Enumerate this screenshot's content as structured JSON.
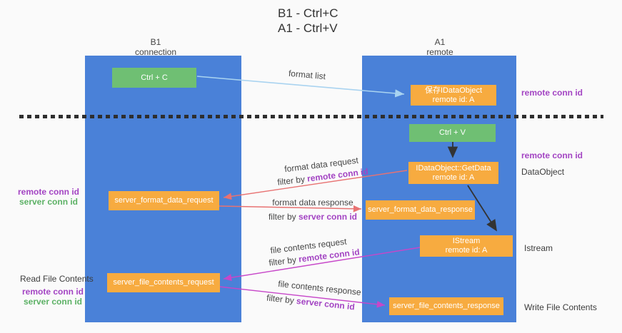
{
  "title": {
    "line1": "B1 - Ctrl+C",
    "line2": "A1 - Ctrl+V"
  },
  "columns": {
    "left": {
      "name": "B1",
      "subtitle": "connection"
    },
    "right": {
      "name": "A1",
      "subtitle": "remote"
    }
  },
  "nodes": {
    "ctrl_c": {
      "label": "Ctrl + C"
    },
    "save_idataobject": {
      "line1": "保存IDataObject",
      "line2": "remote id: A"
    },
    "ctrl_v": {
      "label": "Ctrl + V"
    },
    "getdata": {
      "line1": "IDataObject::GetData",
      "line2": "remote id: A"
    },
    "server_format_data_request": {
      "label": "server_format_data_request"
    },
    "server_format_data_response": {
      "label": "server_format_data_response"
    },
    "istream": {
      "line1": "IStream",
      "line2": "remote id: A"
    },
    "server_file_contents_request": {
      "label": "server_file_contents_request"
    },
    "server_file_contents_response": {
      "label": "server_file_contents_response"
    }
  },
  "edge_labels": {
    "format_list": "format list",
    "format_data_request": "format data request",
    "format_data_response": "format data response",
    "file_contents_request": "file contents request",
    "file_contents_response": "file contents response",
    "filter_by": "filter by ",
    "remote_conn_id": "remote conn id",
    "server_conn_id": "server conn id"
  },
  "side_labels": {
    "right_remote_conn_id_top": "remote conn id",
    "right_remote_conn_id_mid": "remote conn id",
    "dataobject": "DataObject",
    "istream": "Istream",
    "write_file_contents": "Write File Contents",
    "left_remote_conn_id_mid": "remote conn id",
    "left_server_conn_id_mid": "server conn id",
    "read_file_contents": "Read File Contents",
    "left_remote_conn_id_bottom": "remote conn id",
    "left_server_conn_id_bottom": "server conn id"
  },
  "colors": {
    "lifeline_blue": "#4a81d8",
    "node_green": "#6fbf73",
    "node_orange": "#f7ab40",
    "arrow_light_blue": "#a9d3f0",
    "arrow_black": "#333333",
    "arrow_salmon": "#e87272",
    "arrow_magenta": "#c747c9",
    "text_purple": "#a344c3",
    "text_green": "#5cb165",
    "background": "#fafafa"
  }
}
